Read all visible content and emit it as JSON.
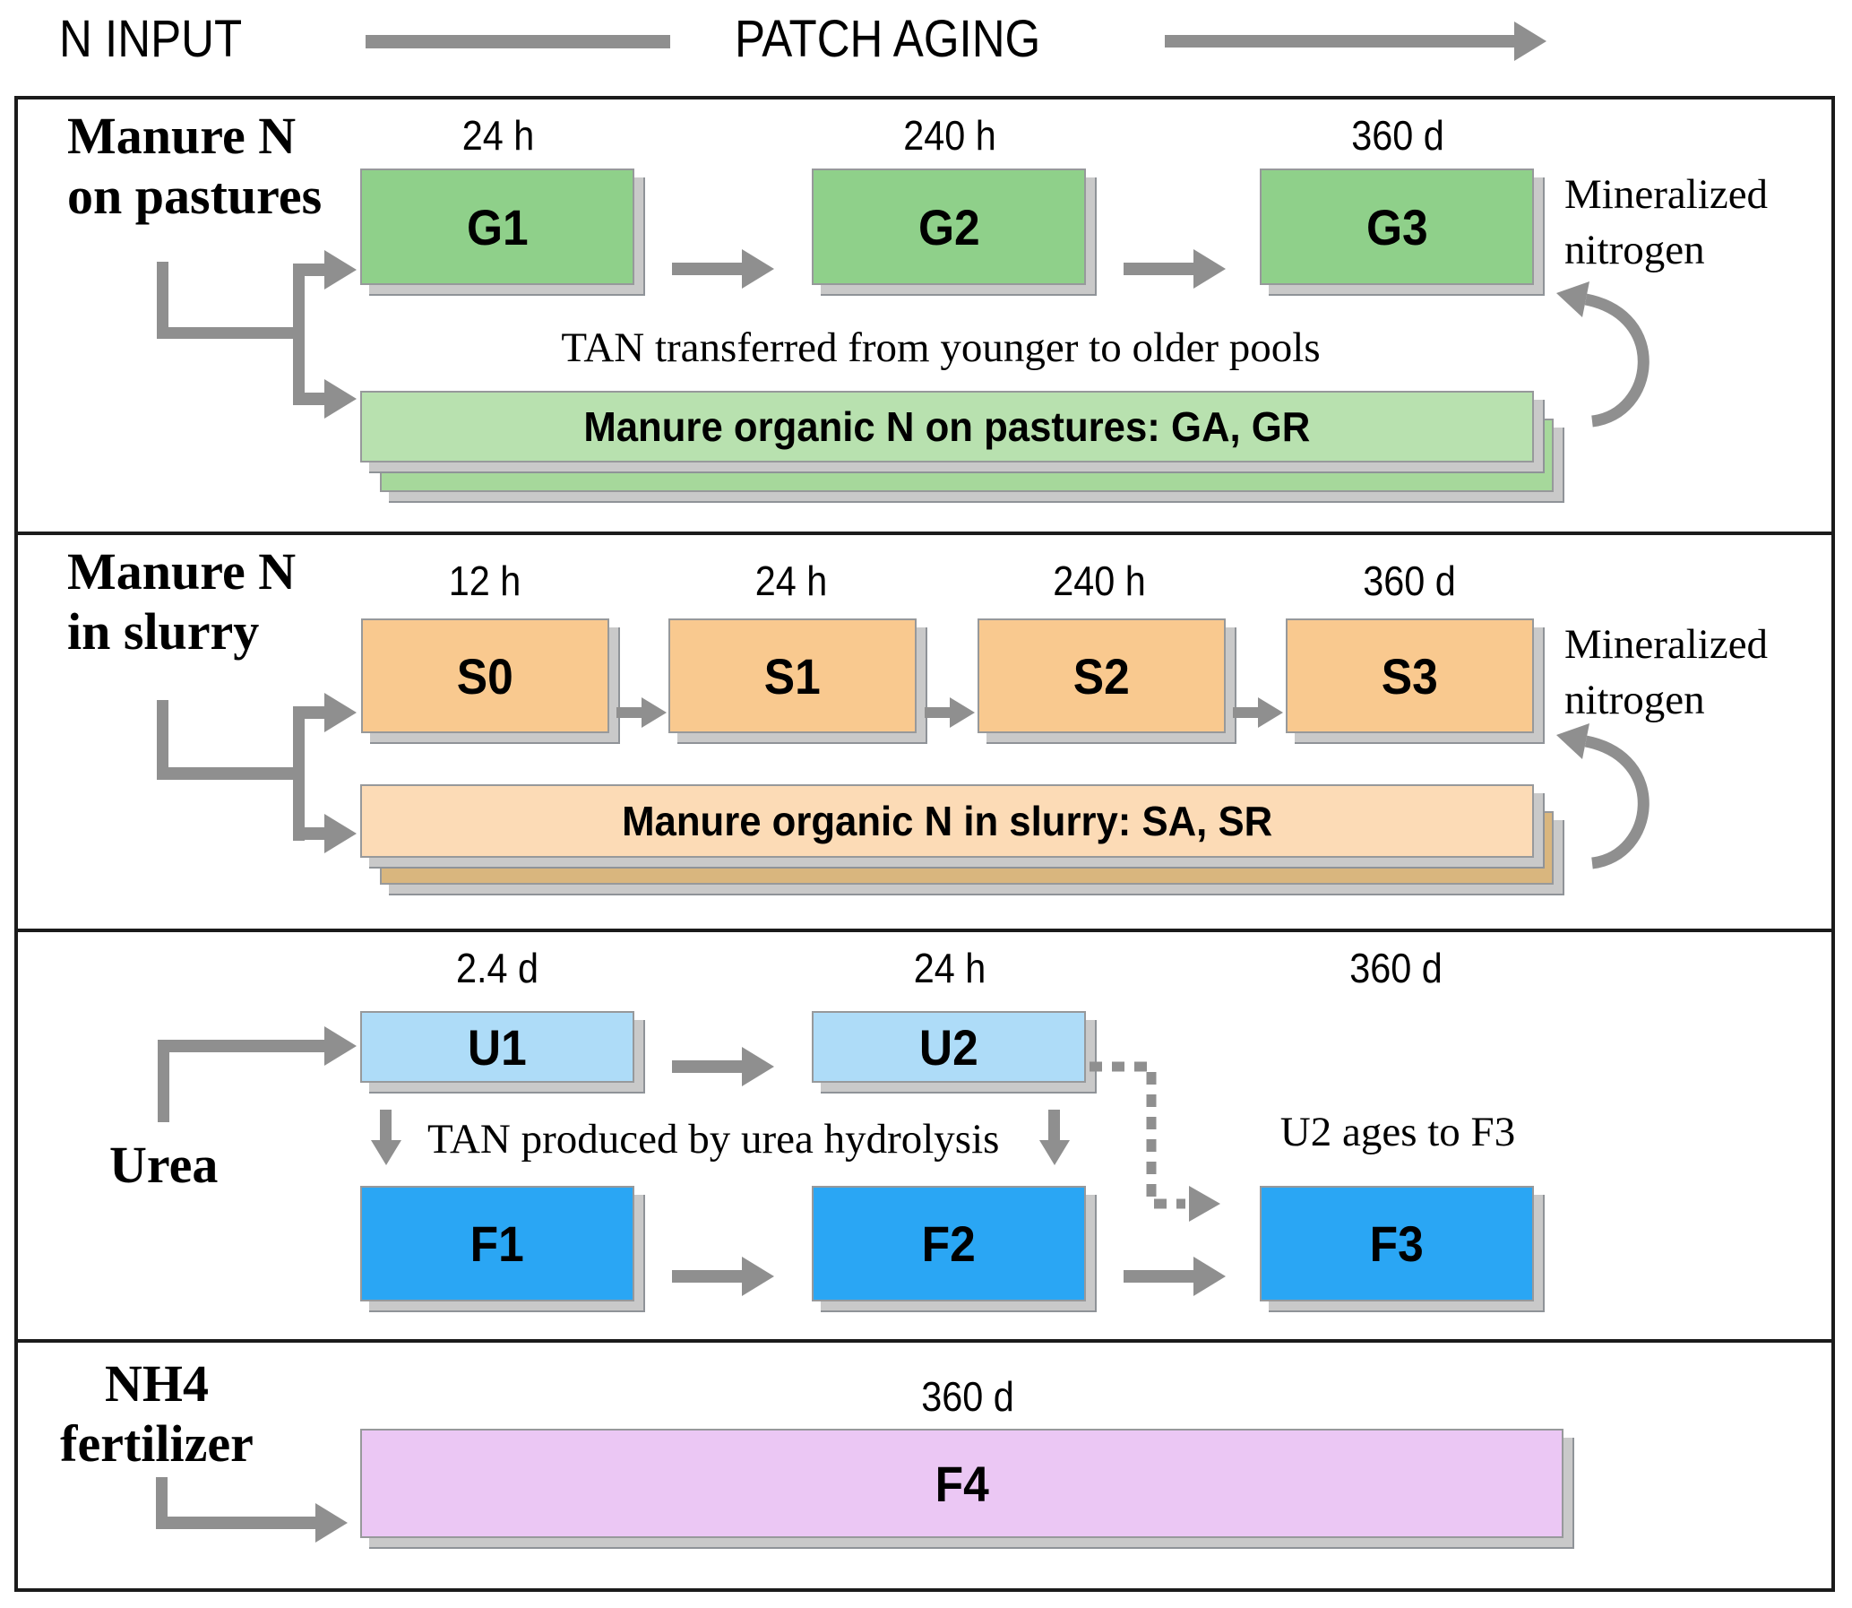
{
  "header": {
    "left_label": "N INPUT",
    "right_label": "PATCH AGING"
  },
  "rows": {
    "pastures": {
      "source_label": [
        "Manure N",
        "on pastures"
      ],
      "times": [
        "24 h",
        "240 h",
        "360 d"
      ],
      "pools": [
        "G1",
        "G2",
        "G3"
      ],
      "transfer_note": "TAN transferred from younger to older pools",
      "mineralized_note": [
        "Mineralized",
        "nitrogen"
      ],
      "organic_pool_label": "Manure organic N on pastures: GA, GR"
    },
    "slurry": {
      "source_label": [
        "Manure N",
        "in slurry"
      ],
      "times": [
        "12 h",
        "24 h",
        "240 h",
        "360 d"
      ],
      "pools": [
        "S0",
        "S1",
        "S2",
        "S3"
      ],
      "mineralized_note": [
        "Mineralized",
        "nitrogen"
      ],
      "organic_pool_label": "Manure organic N in slurry: SA, SR"
    },
    "urea": {
      "source_label": [
        "Urea"
      ],
      "times": [
        "2.4 d",
        "24 h",
        "360 d"
      ],
      "urea_pools": [
        "U1",
        "U2"
      ],
      "tan_pools": [
        "F1",
        "F2",
        "F3"
      ],
      "hydrolysis_note": "TAN produced by urea hydrolysis",
      "aging_note": "U2 ages to F3"
    },
    "nh4": {
      "source_label": [
        "NH4",
        "fertilizer"
      ],
      "times": [
        "360 d"
      ],
      "pools": [
        "F4"
      ]
    }
  },
  "icons": {
    "flow": "right-arrow",
    "input_branch": "elbow-branch-arrow",
    "mineralization": "curved-up-arrow",
    "hydrolysis": "down-arrow",
    "aging_shortcut": "dashed-right-arrow"
  },
  "colors": {
    "green": "#8fd08a",
    "green_light": "#b8e1af",
    "green_mid": "#a6d89b",
    "orange": "#f9c98f",
    "peach": "#fcdbb6",
    "tan": "#d9b67e",
    "light_blue": "#aedcf8",
    "blue": "#2aa6f4",
    "violet": "#ebc7f4",
    "arrow_gray": "#8f8f8f",
    "panel_border": "#1b1b1b"
  }
}
